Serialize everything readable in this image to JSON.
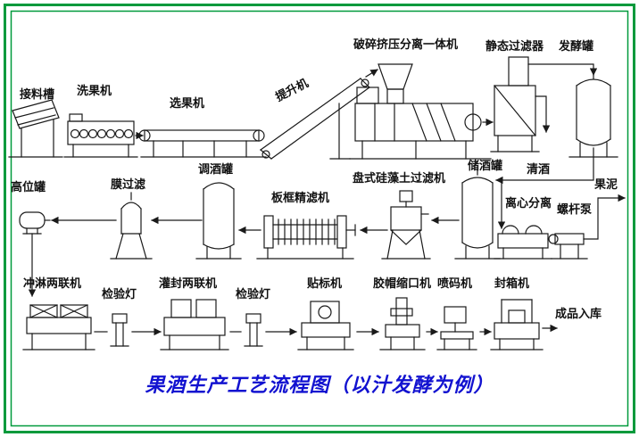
{
  "title": "果酒生产工艺流程图（以汁发酵为例）",
  "labels": {
    "receiving_trough": "接料槽",
    "fruit_washer": "洗果机",
    "fruit_sorter": "选果机",
    "elevator": "提升机",
    "crusher_press_separator": "破碎挤压分离一体机",
    "static_filter": "静态过滤器",
    "fermentation_tank": "发酵罐",
    "high_level_tank": "高位罐",
    "membrane_filter": "膜过滤",
    "blending_tank": "调酒罐",
    "plate_frame_filter": "板框精滤机",
    "disc_diatomite_filter": "盘式硅藻土过滤机",
    "wine_storage_tank": "储酒罐",
    "clear_wine": "清酒",
    "fruit_pulp": "果泥",
    "centrifugal_separator": "离心分离",
    "screw_pump": "螺杆泵",
    "rinsing_duplex_machine": "冲淋两联机",
    "inspection_lamp_1": "检验灯",
    "filling_sealing_duplex_machine": "灌封两联机",
    "inspection_lamp_2": "检验灯",
    "labeling_machine": "贴标机",
    "cap_shrinking_machine": "胶帽缩口机",
    "inkjet_printer": "喷码机",
    "carton_sealing_machine": "封箱机",
    "finished_product_storage": "成品入库"
  },
  "colors": {
    "frame": "#009a3c",
    "title": "#1212d0",
    "line": "#1a1a1a"
  }
}
